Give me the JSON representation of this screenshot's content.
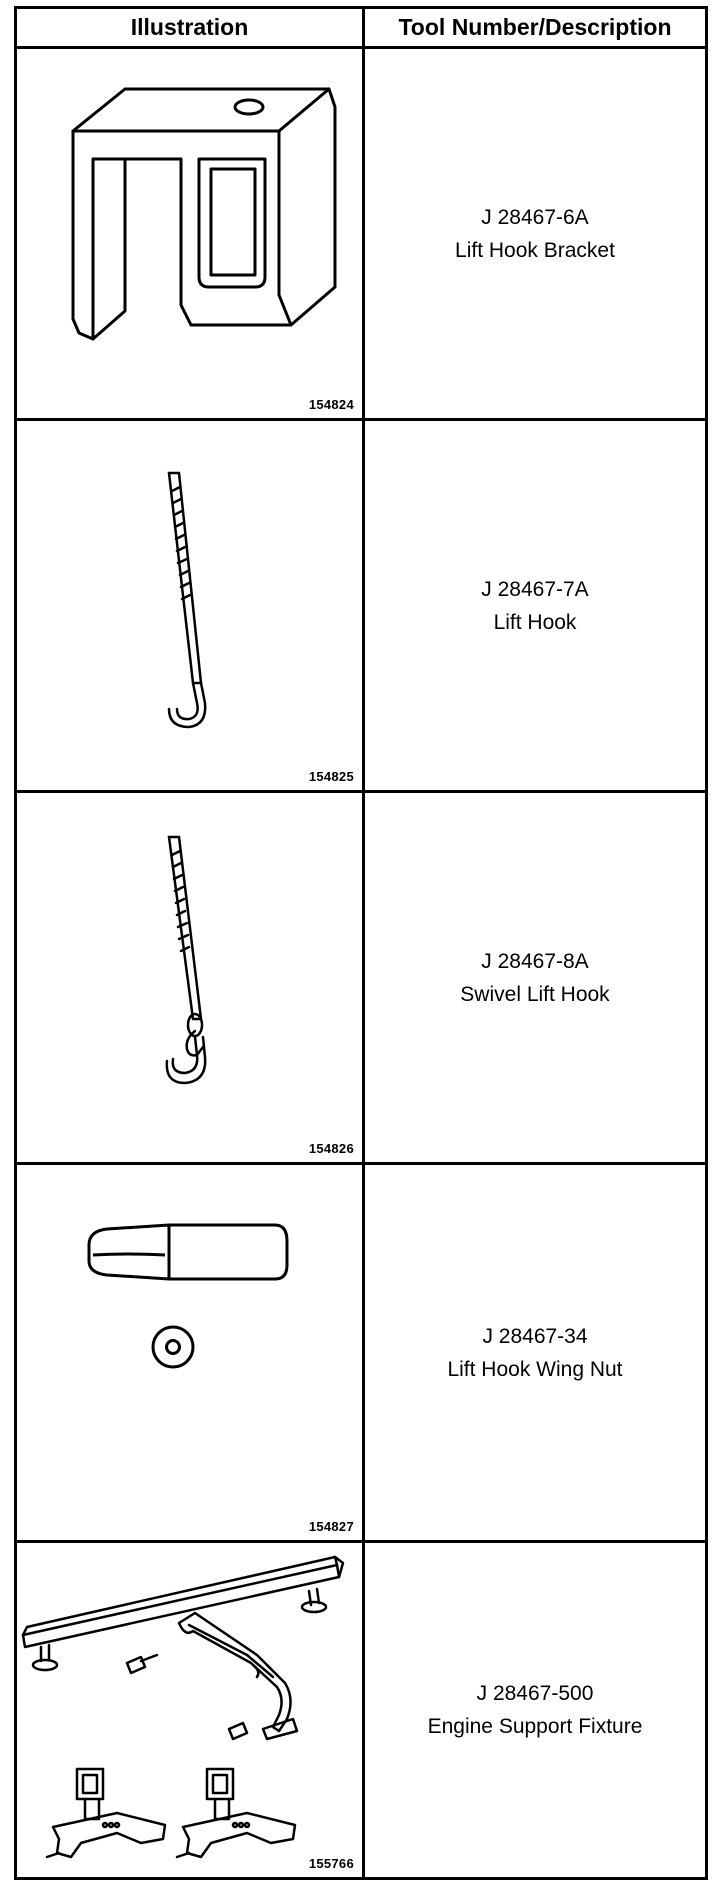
{
  "table": {
    "headers": {
      "illustration": "Illustration",
      "tool": "Tool Number/Description"
    },
    "rows": [
      {
        "number": "J 28467-6A",
        "description": "Lift Hook Bracket",
        "image_code": "154824",
        "icon": "lift-hook-bracket"
      },
      {
        "number": "J 28467-7A",
        "description": "Lift Hook",
        "image_code": "154825",
        "icon": "lift-hook"
      },
      {
        "number": "J 28467-8A",
        "description": "Swivel Lift Hook",
        "image_code": "154826",
        "icon": "swivel-lift-hook"
      },
      {
        "number": "J 28467-34",
        "description": "Lift Hook Wing Nut",
        "image_code": "154827",
        "icon": "lift-hook-wing-nut"
      },
      {
        "number": "J 28467-500",
        "description": "Engine Support Fixture",
        "image_code": "155766",
        "icon": "engine-support-fixture"
      }
    ]
  }
}
